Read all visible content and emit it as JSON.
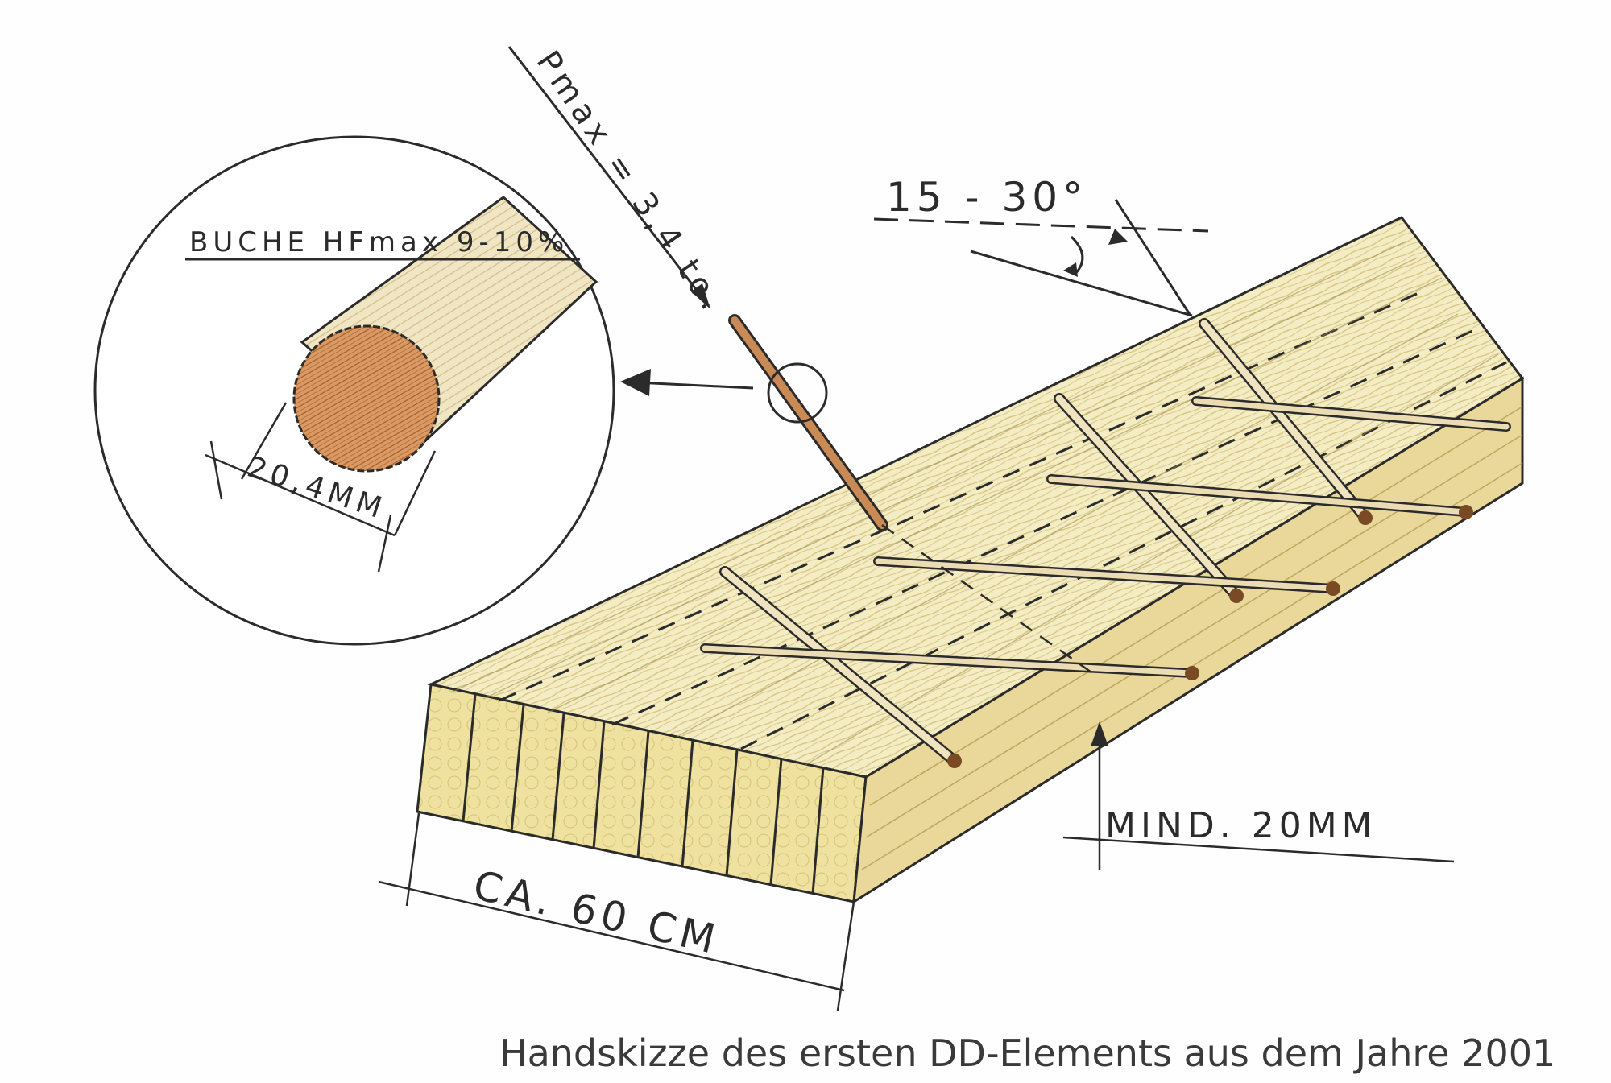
{
  "diagram": {
    "labels": {
      "force": "Pmax = 3,4 to.",
      "angle": "15 - 30°",
      "material": "BUCHE HFmax 9-10%",
      "diameter": "20,4MM",
      "min_depth": "MIND. 20MM",
      "width": "CA. 60 CM"
    }
  },
  "caption": "Handskizze des ersten DD-Elements aus dem Jahre 2001",
  "colors": {
    "ink": "#2b2b2b",
    "wood_light": "#f3eab8",
    "wood_mid": "#e6d48a",
    "dowel": "#c98a56",
    "dowel_end": "#b06a3a"
  }
}
